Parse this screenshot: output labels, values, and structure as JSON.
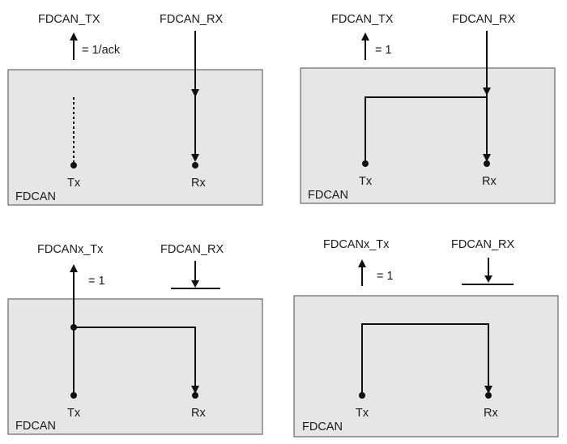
{
  "panels": [
    {
      "tx_pin": "FDCAN_TX",
      "rx_pin": "FDCAN_RX",
      "tx_value": "= 1/ack",
      "tx_node": "Tx",
      "rx_node": "Rx",
      "block": "FDCAN"
    },
    {
      "tx_pin": "FDCAN_TX",
      "rx_pin": "FDCAN_RX",
      "tx_value": "= 1",
      "tx_node": "Tx",
      "rx_node": "Rx",
      "block": "FDCAN"
    },
    {
      "tx_pin": "FDCANx_Tx",
      "rx_pin": "FDCAN_RX",
      "tx_value": "= 1",
      "tx_node": "Tx",
      "rx_node": "Rx",
      "block": "FDCAN"
    },
    {
      "tx_pin": "FDCANx_Tx",
      "rx_pin": "FDCAN_RX",
      "tx_value": "= 1",
      "tx_node": "Tx",
      "rx_node": "Rx",
      "block": "FDCAN"
    }
  ]
}
